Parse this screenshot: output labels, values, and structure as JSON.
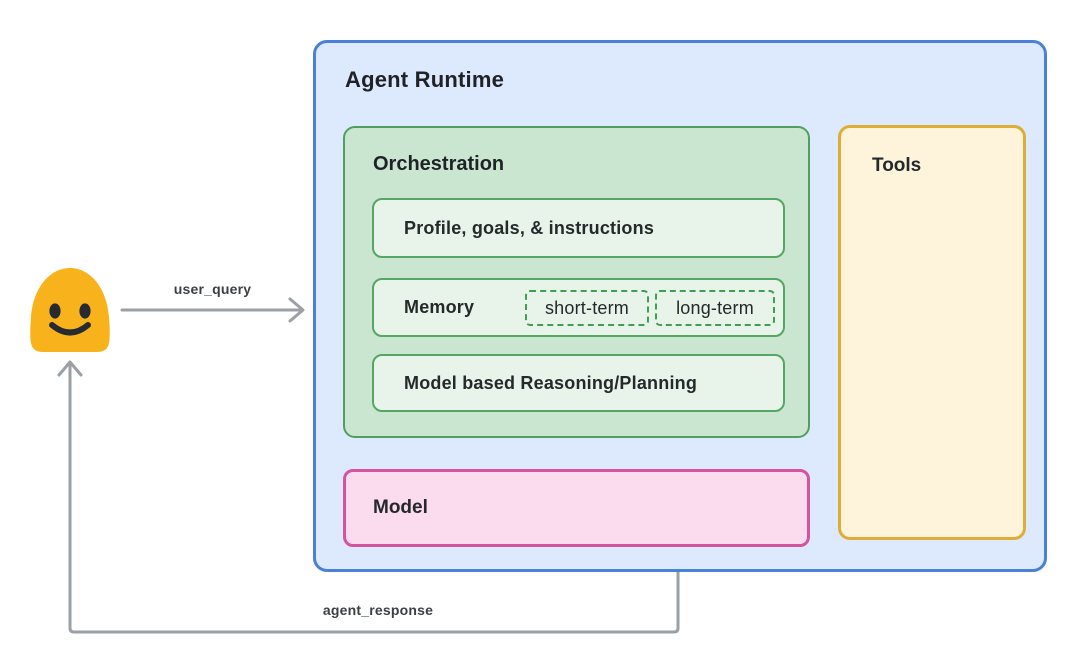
{
  "user": {
    "icon": "smiley-blob-user-icon"
  },
  "flows": {
    "user_query": "user_query",
    "agent_response": "agent_response"
  },
  "agent_runtime": {
    "title": "Agent Runtime",
    "orchestration": {
      "title": "Orchestration",
      "items": [
        {
          "label": "Profile, goals, & instructions"
        },
        {
          "label": "Memory",
          "chips": [
            {
              "label": "short-term"
            },
            {
              "label": "long-term"
            }
          ]
        },
        {
          "label": "Model based Reasoning/Planning"
        }
      ]
    },
    "model": {
      "label": "Model"
    },
    "tools": {
      "label": "Tools"
    }
  },
  "colors": {
    "runtime_fill": "#dde9fc",
    "runtime_border": "#4a80d6",
    "orchestration_fill": "#cbe6d0",
    "orchestration_border": "#4fa05e",
    "item_fill": "#e8f4e9",
    "item_border": "#55a663",
    "chip_border": "#3f9e51",
    "model_fill": "#fbdcee",
    "model_border": "#d6549e",
    "tools_fill": "#fdf4db",
    "tools_border": "#dfad36",
    "arrow": "#9aa0a6",
    "user_icon": "#f8b31c",
    "text": "#202124"
  }
}
